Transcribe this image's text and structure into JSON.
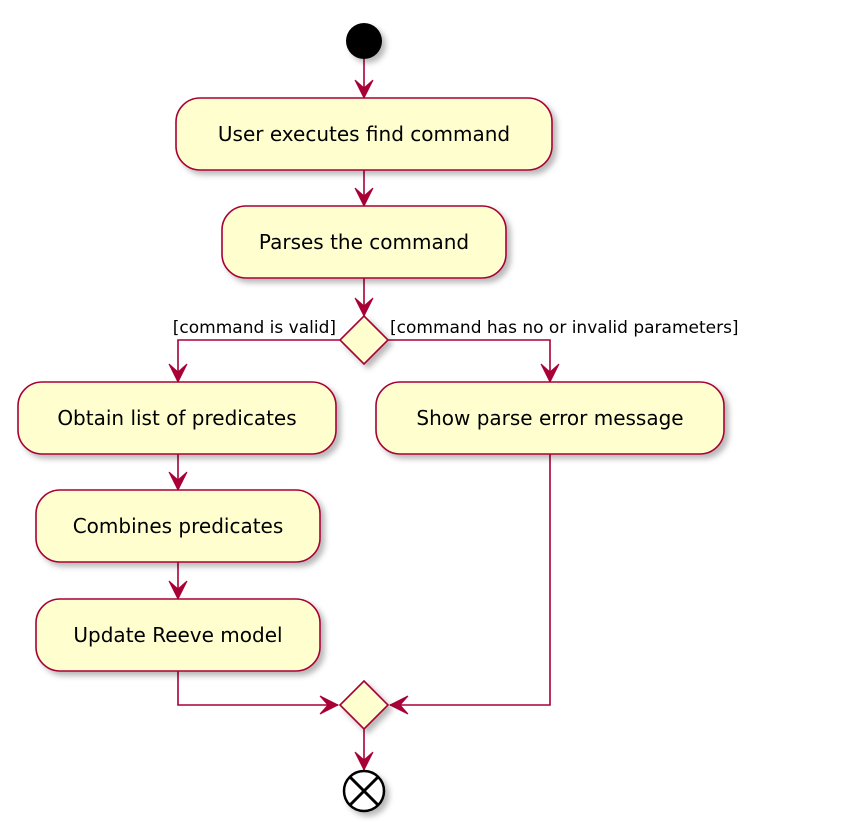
{
  "nodes": {
    "n1": "User executes find command",
    "n2": "Parses the command",
    "n3": "Obtain list of predicates",
    "n4": "Combines predicates",
    "n5": "Update Reeve model",
    "n6": "Show parse error message"
  },
  "guards": {
    "valid": "[command is valid]",
    "invalid": "[command has no or invalid parameters]"
  },
  "colors": {
    "fill": "#FEFECE",
    "stroke": "#A80036",
    "start": "#000000"
  }
}
